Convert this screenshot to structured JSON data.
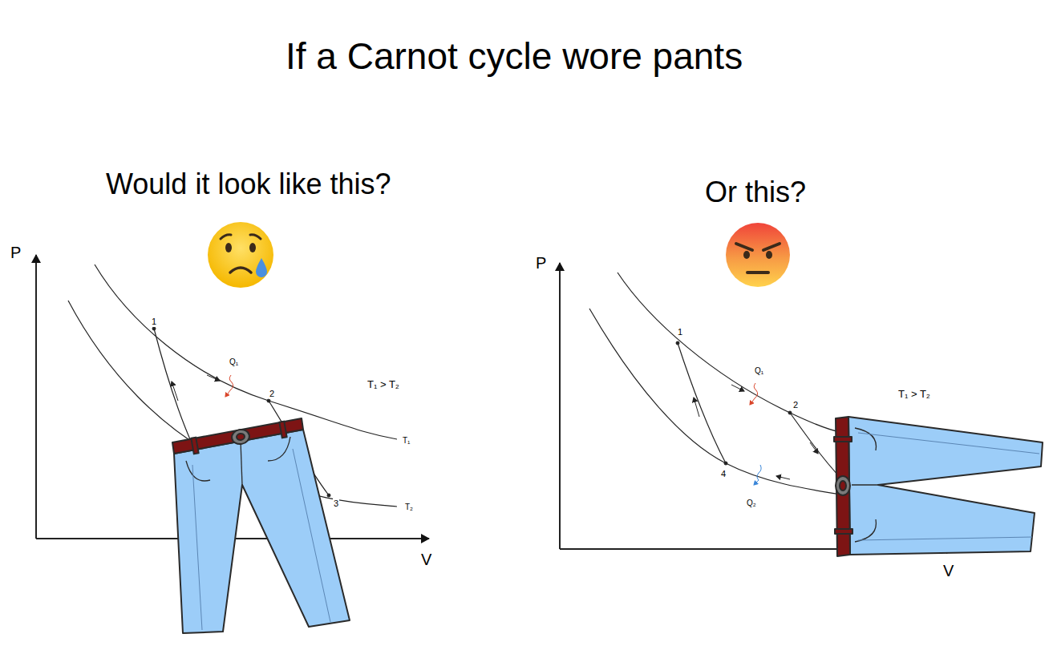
{
  "diagram": {
    "title": "If a Carnot cycle wore pants",
    "labels": [
      "Would it look like this?",
      "P",
      "V",
      "1",
      "Q₁",
      "2",
      "T₁ > T₂",
      "T₁",
      "3",
      "T₂",
      "Or this?",
      "P",
      "V",
      "1",
      "Q₁",
      "2",
      "T₁ > T₂",
      "4",
      "Q₂"
    ]
  }
}
